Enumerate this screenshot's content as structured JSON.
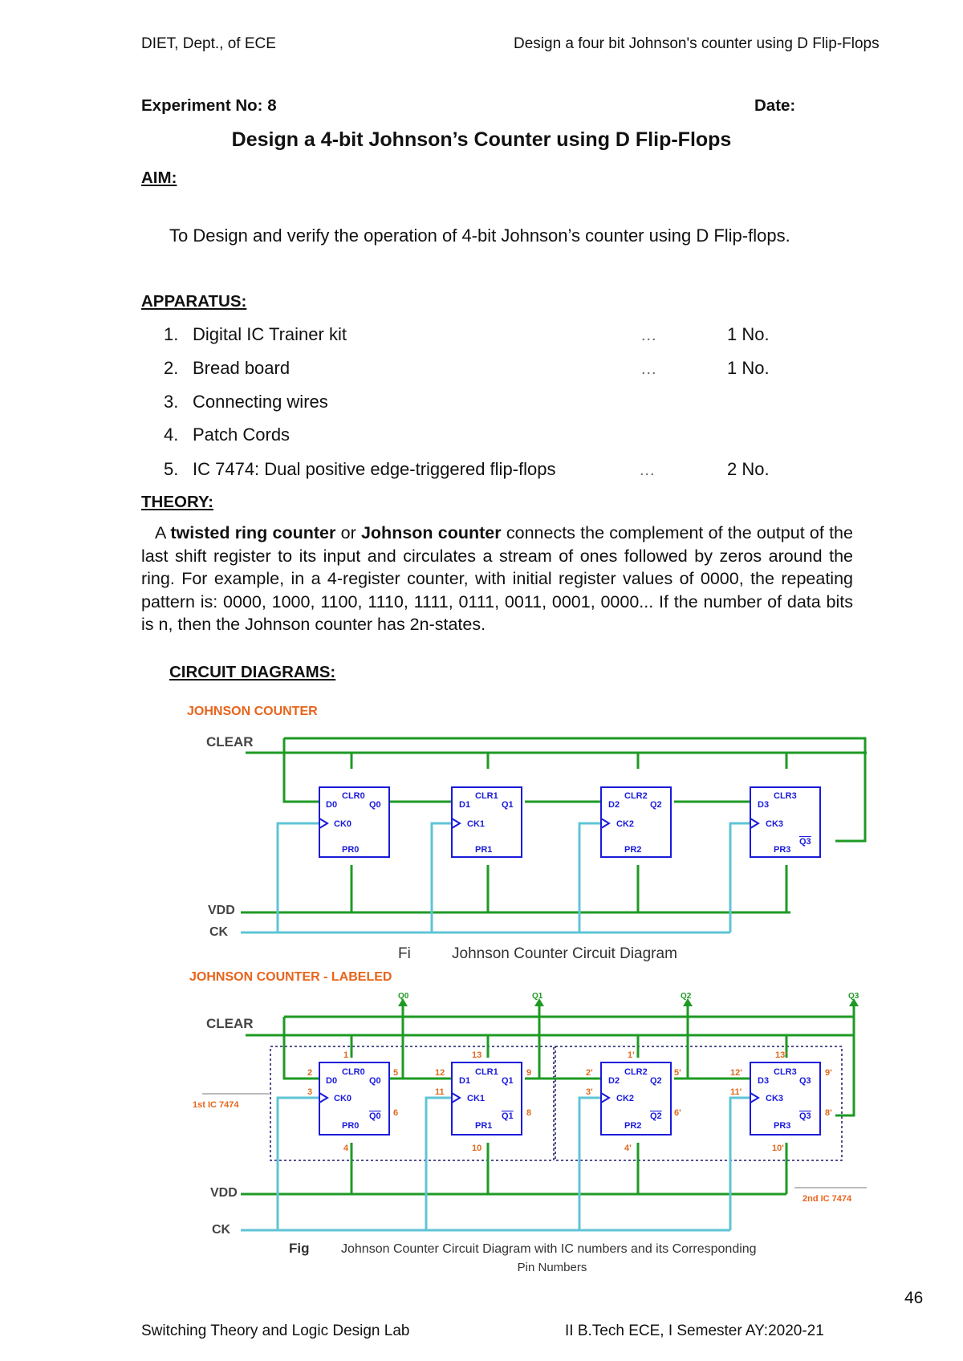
{
  "header": {
    "left": "DIET, Dept., of ECE",
    "right": "Design a four bit Johnson's counter using D Flip-Flops"
  },
  "experiment": {
    "label": "Experiment No: 8",
    "date_label": "Date:"
  },
  "title": "Design a 4-bit Johnson’s Counter using D Flip-Flops",
  "aim": {
    "heading": "AIM:",
    "text": "To Design and verify the operation of 4-bit Johnson’s counter using D Flip-flops."
  },
  "apparatus": {
    "heading": "APPARATUS:",
    "items": [
      {
        "num": "1.",
        "name": "Digital IC Trainer kit",
        "dots": "…",
        "qty": "1 No."
      },
      {
        "num": "2.",
        "name": "Bread board",
        "dots": "…",
        "qty": "1 No."
      },
      {
        "num": "3.",
        "name": "Connecting wires",
        "dots": "",
        "qty": ""
      },
      {
        "num": "4.",
        "name": "Patch Cords",
        "dots": "",
        "qty": ""
      },
      {
        "num": "5.",
        "name": "IC 7474: Dual positive edge-triggered flip-flops",
        "dots": "…",
        "qty": "2 No."
      }
    ]
  },
  "theory": {
    "heading": "THEORY:",
    "p_a": "A ",
    "term1": "twisted ring counter",
    "p_or": " or ",
    "term2": "Johnson counter",
    "p_rest": " connects the complement of the output of the last shift register to its input and circulates a stream of ones followed by zeros around the ring. For example, in a 4-register counter, with initial register values of 0000, the repeating pattern is: 0000, 1000, 1100, 1110, 1111, 0111, 0011, 0001, 0000... If the number of data bits is n, then the Johnson counter has 2n-states."
  },
  "circuit": {
    "heading": "CIRCUIT DIAGRAMS:",
    "fig1": {
      "title": "JOHNSON COUNTER",
      "clear": "CLEAR",
      "vdd": "VDD",
      "ck": "CK",
      "caption_fig": "Fi",
      "caption": "Johnson Counter Circuit Diagram"
    },
    "fig2": {
      "title": "JOHNSON COUNTER - LABELED",
      "clear": "CLEAR",
      "vdd": "VDD",
      "ck": "CK",
      "ic1": "1st IC 7474",
      "ic2": "2nd IC 7474",
      "q_labels": [
        "Q0",
        "Q1",
        "Q2",
        "Q3"
      ],
      "caption_fig": "Fig",
      "caption_line1": "Johnson Counter Circuit Diagram with IC numbers  and its Corresponding",
      "caption_line2": "Pin Numbers"
    },
    "flipflops": [
      {
        "d": "D0",
        "clr": "CLR0",
        "q": "Q0",
        "ck": "CK0",
        "pr": "PR0",
        "qbar": "Q0"
      },
      {
        "d": "D1",
        "clr": "CLR1",
        "q": "Q1",
        "ck": "CK1",
        "pr": "PR1",
        "qbar": "Q1"
      },
      {
        "d": "D2",
        "clr": "CLR2",
        "q": "Q2",
        "ck": "CK2",
        "pr": "PR2",
        "qbar": "Q2"
      },
      {
        "d": "D3",
        "clr": "CLR3",
        "q": "Q3",
        "ck": "CK3",
        "pr": "PR3",
        "qbar": "Q3"
      }
    ],
    "pins": [
      {
        "clr": "1",
        "d": "2",
        "ck": "3",
        "pr": "4",
        "q": "5",
        "qbar": "6"
      },
      {
        "clr": "13",
        "d": "12",
        "ck": "11",
        "pr": "10",
        "q": "9",
        "qbar": "8"
      },
      {
        "clr": "1'",
        "d": "2'",
        "ck": "3'",
        "pr": "4'",
        "q": "5'",
        "qbar": "6'"
      },
      {
        "clr": "13'",
        "d": "12'",
        "ck": "11'",
        "pr": "10'",
        "q": "9'",
        "qbar": "8'"
      }
    ],
    "colors": {
      "wire": "#1e9a24",
      "clock": "#5fc4d6",
      "chip": "#1a1adb",
      "title": "#e8641b"
    }
  },
  "footer": {
    "left": "Switching Theory and Logic Design Lab",
    "right": "II B.Tech ECE, I Semester AY:2020-21",
    "page_number": "46"
  }
}
